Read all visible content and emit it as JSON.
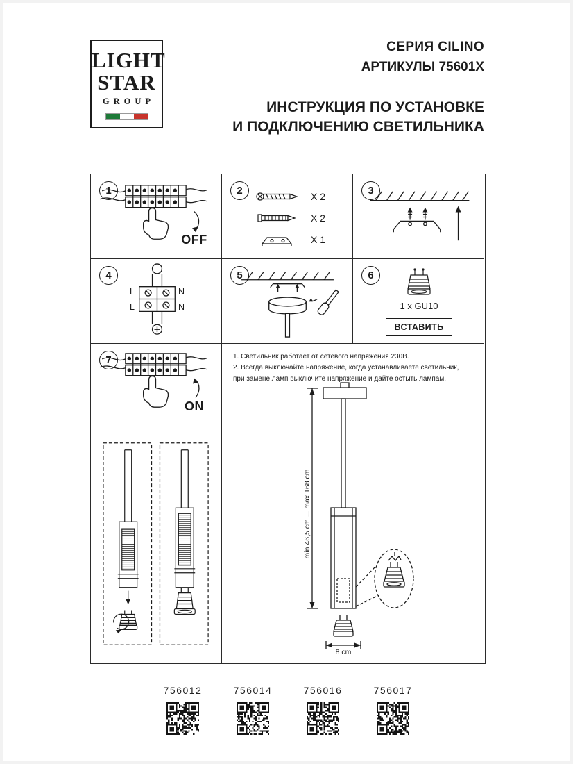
{
  "logo": {
    "line1": "LIGHT",
    "line2": "STAR",
    "line3": "GROUP"
  },
  "header": {
    "series": "СЕРИЯ CILINO",
    "articles": "АРТИКУЛЫ 75601X",
    "title1": "ИНСТРУКЦИЯ ПО УСТАНОВКЕ",
    "title2": "И ПОДКЛЮЧЕНИЮ СВЕТИЛЬНИКА"
  },
  "steps": {
    "s1": {
      "num": "1",
      "label": "OFF"
    },
    "s2": {
      "num": "2",
      "items": [
        {
          "icon": "screw-icon",
          "qty": "X 2"
        },
        {
          "icon": "wall-anchor-icon",
          "qty": "X 2"
        },
        {
          "icon": "mounting-bracket-icon",
          "qty": "X 1"
        }
      ]
    },
    "s3": {
      "num": "3"
    },
    "s4": {
      "num": "4",
      "terminals": {
        "top_left": "L",
        "top_right": "N",
        "bottom_left": "L",
        "bottom_right": "N"
      }
    },
    "s5": {
      "num": "5"
    },
    "s6": {
      "num": "6",
      "lamp": "1 x GU10",
      "action": "ВСТАВИТЬ"
    },
    "s7": {
      "num": "7",
      "label": "ON"
    }
  },
  "notes": {
    "line1": "1. Светильник работает от сетевого напряжения 230В.",
    "line2": "2. Всегда выключайте напряжение, когда устанавливаете светильник,",
    "line3": "при замене ламп выключите напряжение и дайте остыть лампам."
  },
  "dimensions": {
    "height": "min 46,5 cm ... max 168 cm",
    "width": "8 cm"
  },
  "articles": [
    {
      "code": "756012"
    },
    {
      "code": "756014"
    },
    {
      "code": "756016"
    },
    {
      "code": "756017"
    }
  ],
  "colors": {
    "ink": "#1c1c1c",
    "flag_green": "#1e7a38",
    "flag_red": "#c8342c"
  }
}
